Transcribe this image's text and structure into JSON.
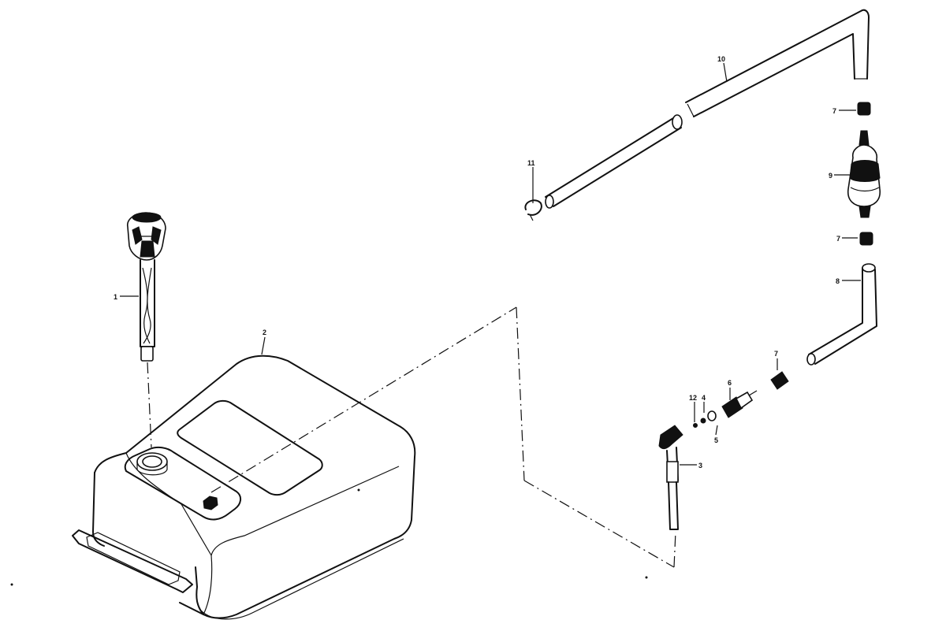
{
  "callouts": {
    "c1": "1",
    "c2": "2",
    "c3": "3",
    "c4": "4",
    "c5": "5",
    "c6": "6",
    "c7a": "7",
    "c7b": "7",
    "c7c": "7",
    "c8": "8",
    "c9": "9",
    "c10": "10",
    "c11": "11",
    "c12": "12"
  }
}
